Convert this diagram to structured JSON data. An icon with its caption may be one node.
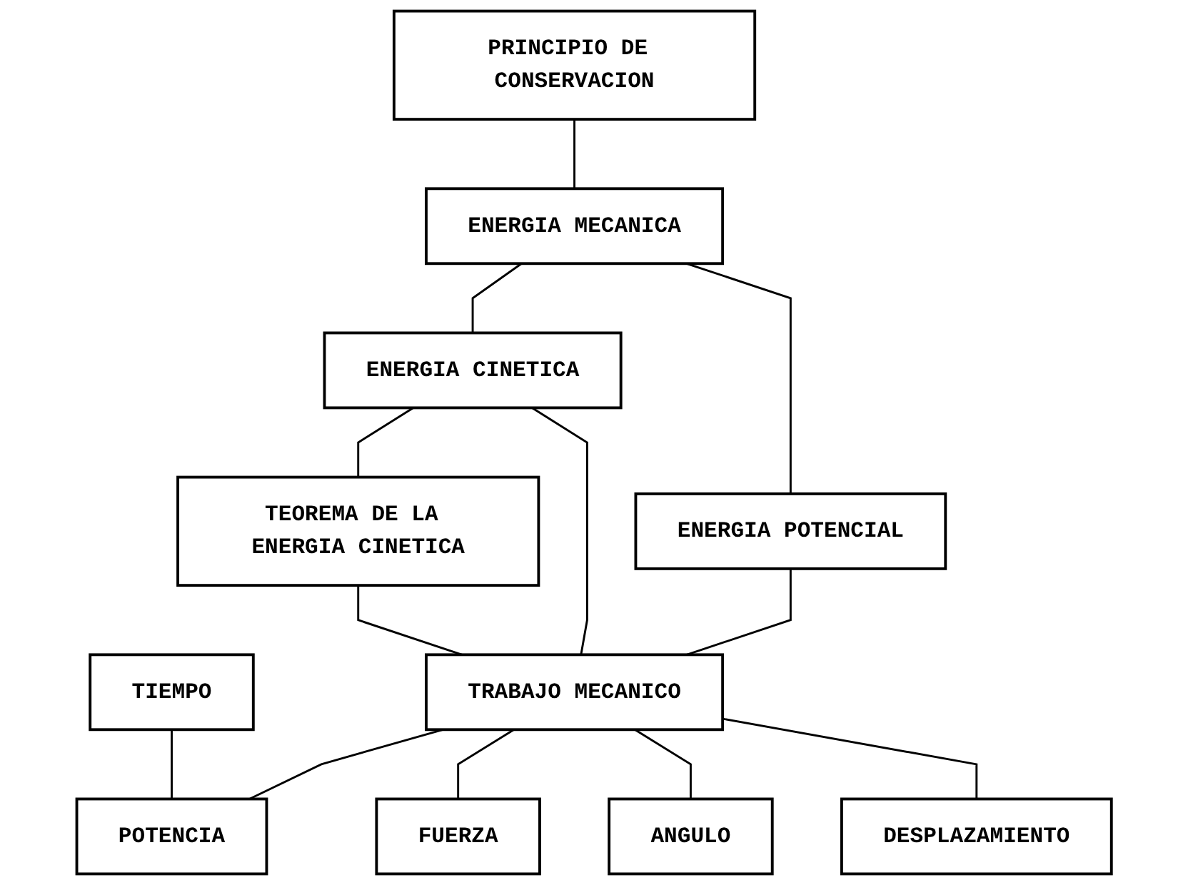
{
  "diagram": {
    "nodes": [
      {
        "text": [
          "PRINCIPIO DE CONSERVACION"
        ]
      },
      {
        "text": [
          "ENERGIA MECANICA"
        ]
      },
      {
        "text": [
          "ENERGIA CINETICA"
        ]
      },
      {
        "text": [
          "ENERGIA POTENCIAL"
        ]
      },
      {
        "text": [
          "TIEMPO"
        ]
      },
      {
        "text": [
          "TEOREMA DE LA ENERGIA CINETICA"
        ]
      },
      {
        "text": [
          "TRABAJO MECANICO"
        ]
      },
      {
        "text": [
          "POTENCIA"
        ]
      },
      {
        "text": [
          "FUERZA"
        ]
      },
      {
        "text": [
          "ANGULO"
        ]
      },
      {
        "text": [
          "DESPLAZAMIENTO"
        ]
      }
    ],
    "edges": [
      {
        "from": 0,
        "to": 1,
        "arrow": "none"
      },
      {
        "from": 1,
        "to": 2,
        "arrow": "none"
      },
      {
        "from": 1,
        "to": 3,
        "arrow": "none"
      },
      {
        "from": 2,
        "to": 5,
        "arrow": "none"
      },
      {
        "from": 2,
        "to": 6,
        "arrow": "none"
      },
      {
        "from": 3,
        "to": 6,
        "arrow": "none"
      },
      {
        "from": 5,
        "to": 6,
        "arrow": "none"
      },
      {
        "from": 6,
        "to": 7,
        "arrow": "none"
      },
      {
        "from": 4,
        "to": 7,
        "arrow": "none"
      },
      {
        "from": 6,
        "to": 8,
        "arrow": "none"
      },
      {
        "from": 6,
        "to": 9,
        "arrow": "none"
      },
      {
        "from": 6,
        "to": 10,
        "arrow": "none"
      }
    ]
  }
}
